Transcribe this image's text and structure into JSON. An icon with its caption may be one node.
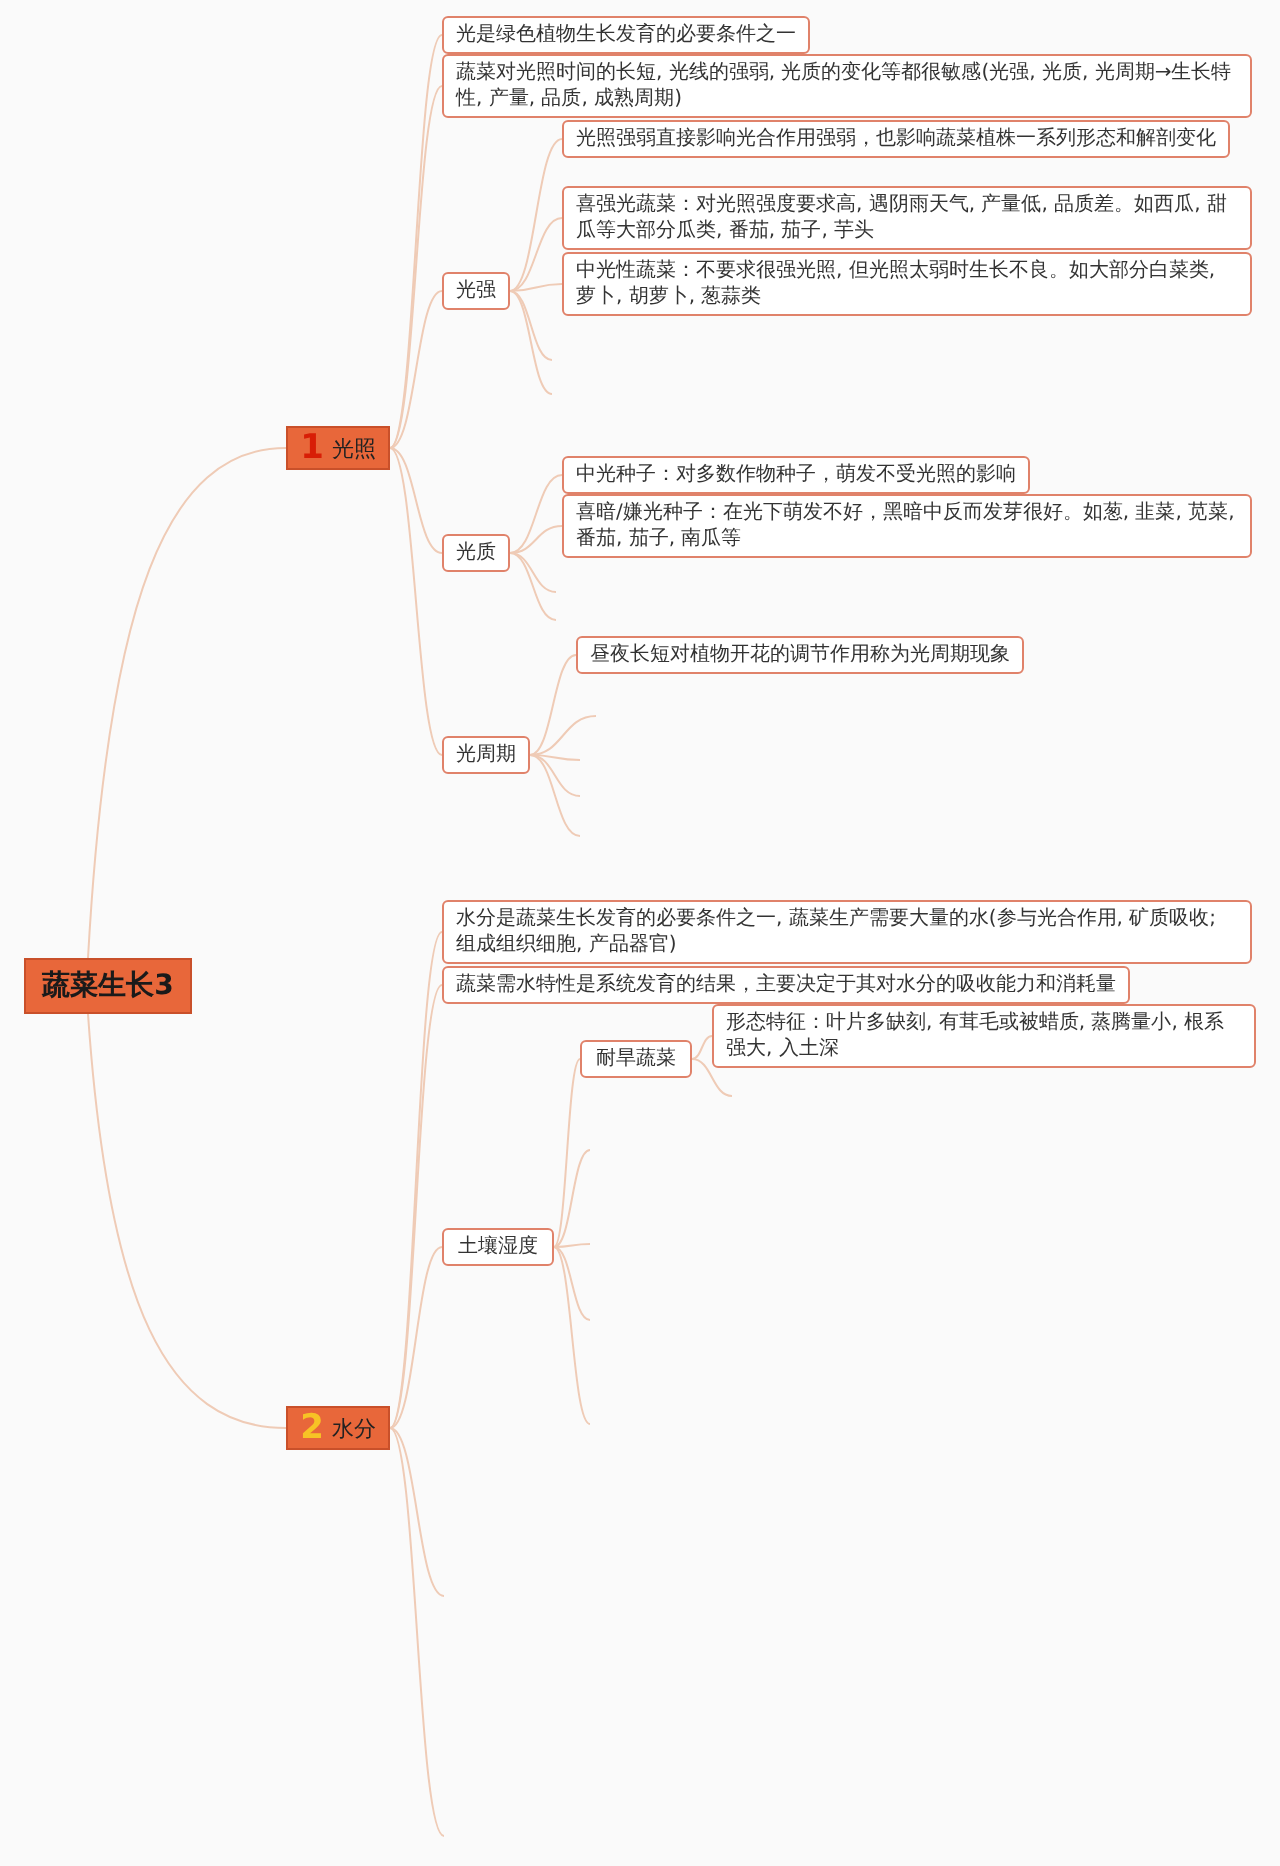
{
  "diagram": {
    "nodes": [
      {
        "text": [
          "蔬菜生长3"
        ]
      },
      {
        "text": [
          "1",
          "光照"
        ]
      },
      {
        "text": [
          "光是绿色植物生长发育的必要条件之一"
        ]
      },
      {
        "text": [
          "蔬菜对光照时间的长短, 光线的强弱, 光质的变化等都很敏感(光强, 光质, 光周期→生长特性, 产量, 品质, 成熟周期)"
        ]
      },
      {
        "text": [
          "光强"
        ]
      },
      {
        "text": [
          "光照强弱直接影响光合作用强弱，也影响蔬菜植株一系列形态和解剖变化"
        ]
      },
      {
        "text": [
          "喜强光蔬菜：对光照强度要求高, 遇阴雨天气, 产量低, 品质差。如西瓜, 甜瓜等大部分瓜类, 番茄, 茄子, 芋头"
        ]
      },
      {
        "text": [
          "中光性蔬菜：不要求很强光照, 但光照太弱时生长不良。如大部分白菜类, 萝卜, 胡萝卜, 葱蒜类"
        ]
      },
      {
        "text": [
          "光质"
        ]
      },
      {
        "text": [
          "中光种子：对多数作物种子，萌发不受光照的影响"
        ]
      },
      {
        "text": [
          "喜暗/嫌光种子：在光下萌发不好，黑暗中反而发芽很好。如葱, 韭菜, 苋菜, 番茄, 茄子, 南瓜等"
        ]
      },
      {
        "text": [
          "光周期"
        ]
      },
      {
        "text": [
          "昼夜长短对植物开花的调节作用称为光周期现象"
        ]
      },
      {
        "text": [
          "2",
          "水分"
        ]
      },
      {
        "text": [
          "水分是蔬菜生长发育的必要条件之一, 蔬菜生产需要大量的水(参与光合作用, 矿质吸收; 组成组织细胞, 产品器官)"
        ]
      },
      {
        "text": [
          "蔬菜需水特性是系统发育的结果，主要决定于其对水分的吸收能力和消耗量"
        ]
      },
      {
        "text": [
          "土壤湿度"
        ]
      },
      {
        "text": [
          "耐旱蔬菜"
        ]
      },
      {
        "text": [
          "形态特征：叶片多缺刻, 有茸毛或被蜡质, 蒸腾量小, 根系强大, 入土深"
        ]
      }
    ],
    "edges": [
      {
        "from": 0,
        "to": 1,
        "arrow": "none"
      },
      {
        "from": 0,
        "to": 13,
        "arrow": "none"
      },
      {
        "from": 1,
        "to": 2,
        "arrow": "none"
      },
      {
        "from": 1,
        "to": 3,
        "arrow": "none"
      },
      {
        "from": 1,
        "to": 4,
        "arrow": "none"
      },
      {
        "from": 1,
        "to": 8,
        "arrow": "none"
      },
      {
        "from": 1,
        "to": 11,
        "arrow": "none"
      },
      {
        "from": 4,
        "to": 5,
        "arrow": "none"
      },
      {
        "from": 4,
        "to": 6,
        "arrow": "none"
      },
      {
        "from": 4,
        "to": 7,
        "arrow": "none"
      },
      {
        "from": 4,
        "to": null,
        "arrow": "none"
      },
      {
        "from": 4,
        "to": null,
        "arrow": "none"
      },
      {
        "from": 8,
        "to": 9,
        "arrow": "none"
      },
      {
        "from": 8,
        "to": 10,
        "arrow": "none"
      },
      {
        "from": 8,
        "to": null,
        "arrow": "none"
      },
      {
        "from": 8,
        "to": null,
        "arrow": "none"
      },
      {
        "from": 11,
        "to": 12,
        "arrow": "none"
      },
      {
        "from": 11,
        "to": null,
        "arrow": "none"
      },
      {
        "from": 11,
        "to": null,
        "arrow": "none"
      },
      {
        "from": 11,
        "to": null,
        "arrow": "none"
      },
      {
        "from": 11,
        "to": null,
        "arrow": "none"
      },
      {
        "from": 13,
        "to": 14,
        "arrow": "none"
      },
      {
        "from": 13,
        "to": 15,
        "arrow": "none"
      },
      {
        "from": 13,
        "to": 16,
        "arrow": "none"
      },
      {
        "from": 13,
        "to": null,
        "arrow": "none"
      },
      {
        "from": 13,
        "to": null,
        "arrow": "none"
      },
      {
        "from": 16,
        "to": 17,
        "arrow": "none"
      },
      {
        "from": 16,
        "to": null,
        "arrow": "none"
      },
      {
        "from": 16,
        "to": null,
        "arrow": "none"
      },
      {
        "from": 16,
        "to": null,
        "arrow": "none"
      },
      {
        "from": 16,
        "to": null,
        "arrow": "none"
      },
      {
        "from": 17,
        "to": 18,
        "arrow": "none"
      },
      {
        "from": 17,
        "to": null,
        "arrow": "none"
      }
    ]
  }
}
